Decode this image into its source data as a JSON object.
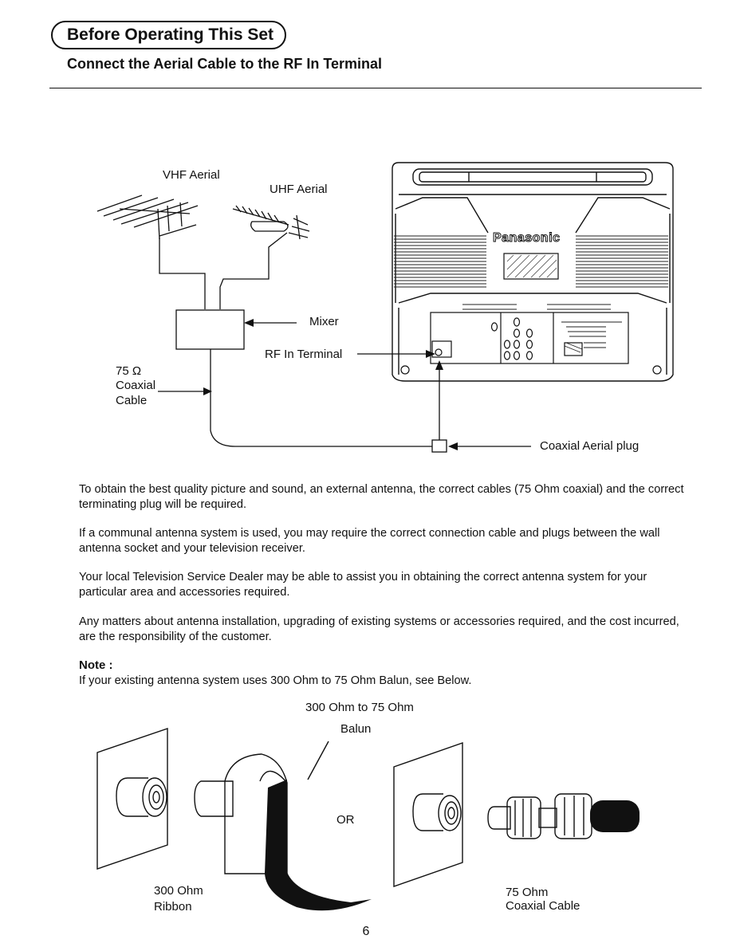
{
  "header": {
    "section_title": "Before Operating This Set",
    "subheading": "Connect the Aerial Cable to the RF In Terminal"
  },
  "diagram": {
    "vhf_aerial": "VHF Aerial",
    "uhf_aerial": "UHF Aerial",
    "mixer": "Mixer",
    "rf_in_terminal": "RF In Terminal",
    "coax_line1": "75 Ω",
    "coax_line2": "Coaxial",
    "coax_line3": "Cable",
    "coaxial_aerial_plug": "Coaxial Aerial plug",
    "tv_brand": "Panasonic"
  },
  "paragraphs": [
    "To obtain the best quality picture and sound, an external antenna, the correct cables (75 Ohm coaxial) and the correct terminating plug will be required.",
    "If a communal antenna system is used, you may require the correct connection cable and plugs between the wall antenna socket and your television receiver.",
    "Your local Television Service Dealer may be able to assist you in obtaining the correct antenna system for your particular area and accessories required.",
    "Any matters about antenna installation, upgrading of existing systems or accessories required, and the cost incurred, are the responsibility of the customer."
  ],
  "note": {
    "title": "Note :",
    "text": "If your existing antenna system uses 300 Ohm to 75 Ohm Balun, see Below."
  },
  "balun": {
    "title_line1": "300 Ohm to 75 Ohm",
    "title_line2": "Balun",
    "or": "OR",
    "ribbon_line1": "300 Ohm",
    "ribbon_line2": "Ribbon",
    "coax_line1": "75 Ohm",
    "coax_line2": "Coaxial Cable"
  },
  "page_number": "6"
}
